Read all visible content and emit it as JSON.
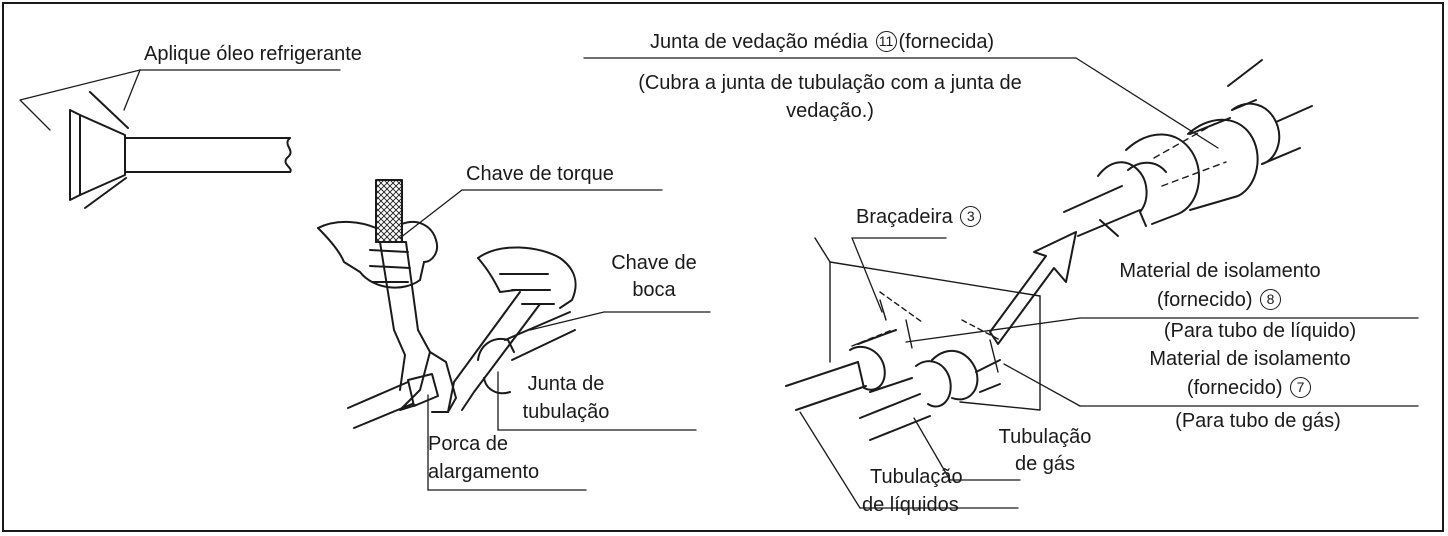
{
  "labels": {
    "aplique_oleo": "Aplique óleo refrigerante",
    "chave_torque": "Chave de torque",
    "chave_boca_1": "Chave de",
    "chave_boca_2": "boca",
    "junta_tub_1": "Junta de",
    "junta_tub_2": "tubulação",
    "porca_1": "Porca de",
    "porca_2": "alargamento",
    "juntavedacao_text": "Junta de vedação média",
    "juntavedacao_num": "11",
    "juntavedacao_suffix": "(fornecida)",
    "cubra_1": "(Cubra a junta de tubulação com a junta de",
    "cubra_2": "vedação.)",
    "bracadeira_text": "Braçadeira",
    "bracadeira_num": "3",
    "mat8_1": "Material de isolamento",
    "mat8_2a": "(fornecido)",
    "mat8_num": "8",
    "para_liquido": "(Para tubo de líquido)",
    "mat7_1": "Material de isolamento",
    "mat7_2a": "(fornecido)",
    "mat7_num": "7",
    "para_gas": "(Para tubo de gás)",
    "tub_gas_1": "Tubulação",
    "tub_gas_2": "de gás",
    "tub_liq_1": "Tubulação",
    "tub_liq_2": "de líquidos"
  }
}
